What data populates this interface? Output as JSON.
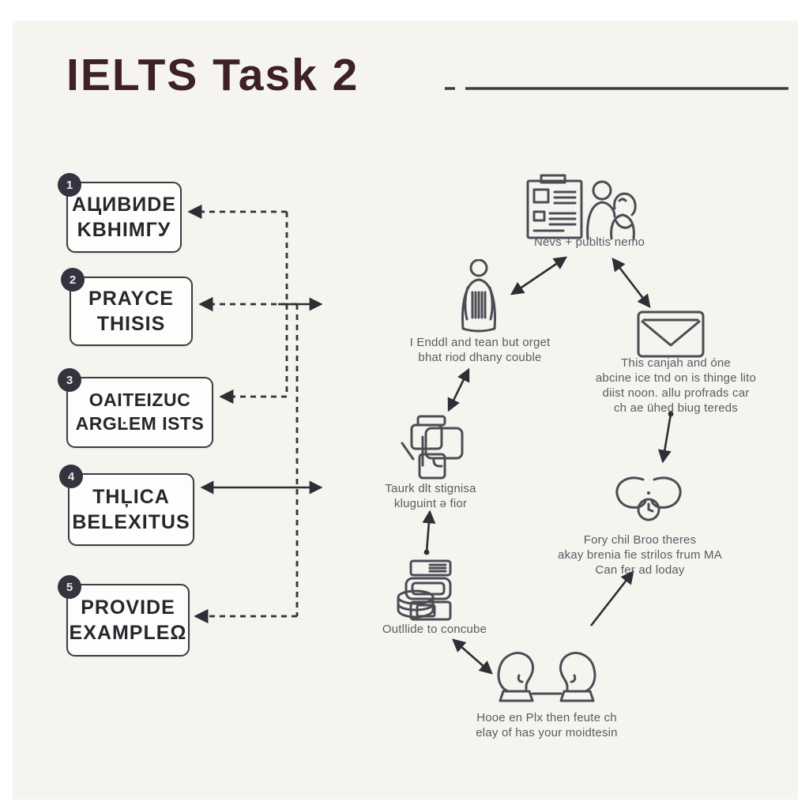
{
  "title": "IELTS Task 2",
  "colors": {
    "title": "#3e2128",
    "background": "#f5f4ef",
    "box_border": "#3c3c45",
    "badge_background": "#343440",
    "icon_stroke": "#4c4c55",
    "arrow": "#2e2e34"
  },
  "steps": [
    {
      "num": "1",
      "lines": [
        "AЦИВИDE",
        "KВНІМГУ"
      ]
    },
    {
      "num": "2",
      "lines": [
        "PRAYCE",
        "THISIS"
      ]
    },
    {
      "num": "3",
      "lines": [
        "OAITEIZUC",
        "ARGĿEM ISTS"
      ]
    },
    {
      "num": "4",
      "lines": [
        "THĻICA",
        "BELEXITUS"
      ]
    },
    {
      "num": "5",
      "lines": [
        "PROVIDE",
        "EXAMPLEΩ"
      ]
    }
  ],
  "flow": {
    "news": {
      "icon": "newspaper-and-people-icon",
      "caption": "Nevs + publtis nemo"
    },
    "person": {
      "icon": "standing-person-icon",
      "caption_lines": [
        "I Enddl and tean but orget",
        "bhat riod dhany couble"
      ]
    },
    "envelope": {
      "icon": "envelope-icon",
      "caption_lines": [
        "This canjah and óne",
        "abcine ice tnd on is thinge lito",
        "diist noon. allu profrads car",
        "ch ae ühed biug tereds"
      ]
    },
    "hands": {
      "icon": "hands-with-cards-icon",
      "caption_lines": [
        "Taurk dlt stignisa",
        "kluguint ə fior"
      ]
    },
    "brain": {
      "icon": "brain-clock-icon",
      "caption_lines": [
        "Fory chil Broo theres",
        "akay brenia fie strilos frum MA",
        "Can fer ad loday"
      ]
    },
    "stack": {
      "icon": "stack-database-icon",
      "caption": "Outllide to concube"
    },
    "heads": {
      "icon": "two-heads-icon",
      "caption_lines": [
        "Hooe en Plx then feute ch",
        "elay of has your moidtesin"
      ]
    }
  }
}
